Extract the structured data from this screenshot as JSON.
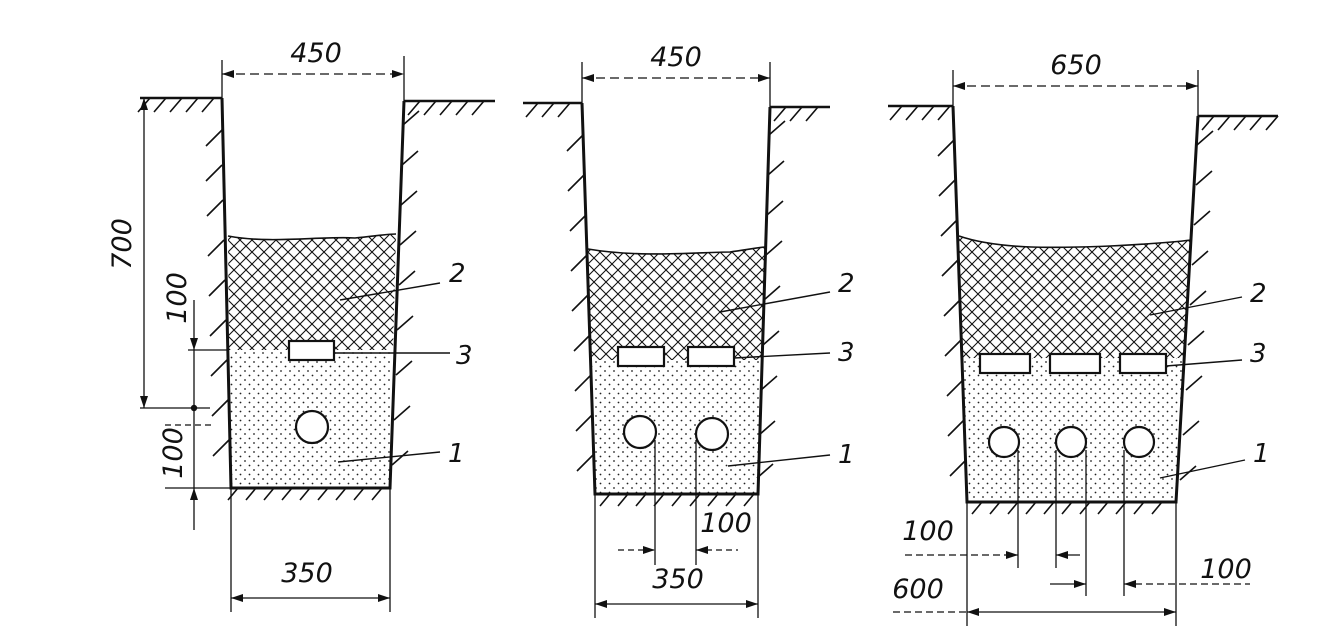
{
  "colors": {
    "ink": "#111111",
    "paper": "#ffffff"
  },
  "trenches": [
    {
      "top_width": "450",
      "bottom_width": "350",
      "depth": "700",
      "upper_layer": "100",
      "lower_layer": "100",
      "callouts": [
        "2",
        "3",
        "1"
      ],
      "pipe_count": 1,
      "pipe_spacing": ""
    },
    {
      "top_width": "450",
      "bottom_width": "350",
      "depth": "",
      "upper_layer": "",
      "lower_layer": "",
      "callouts": [
        "2",
        "3",
        "1"
      ],
      "pipe_count": 2,
      "pipe_spacing": "100"
    },
    {
      "top_width": "650",
      "bottom_width": "600",
      "depth": "",
      "upper_layer": "",
      "lower_layer": "",
      "callouts": [
        "2",
        "3",
        "1"
      ],
      "pipe_count": 3,
      "pipe_spacing": "100",
      "pipe_spacing_right": "100"
    }
  ]
}
